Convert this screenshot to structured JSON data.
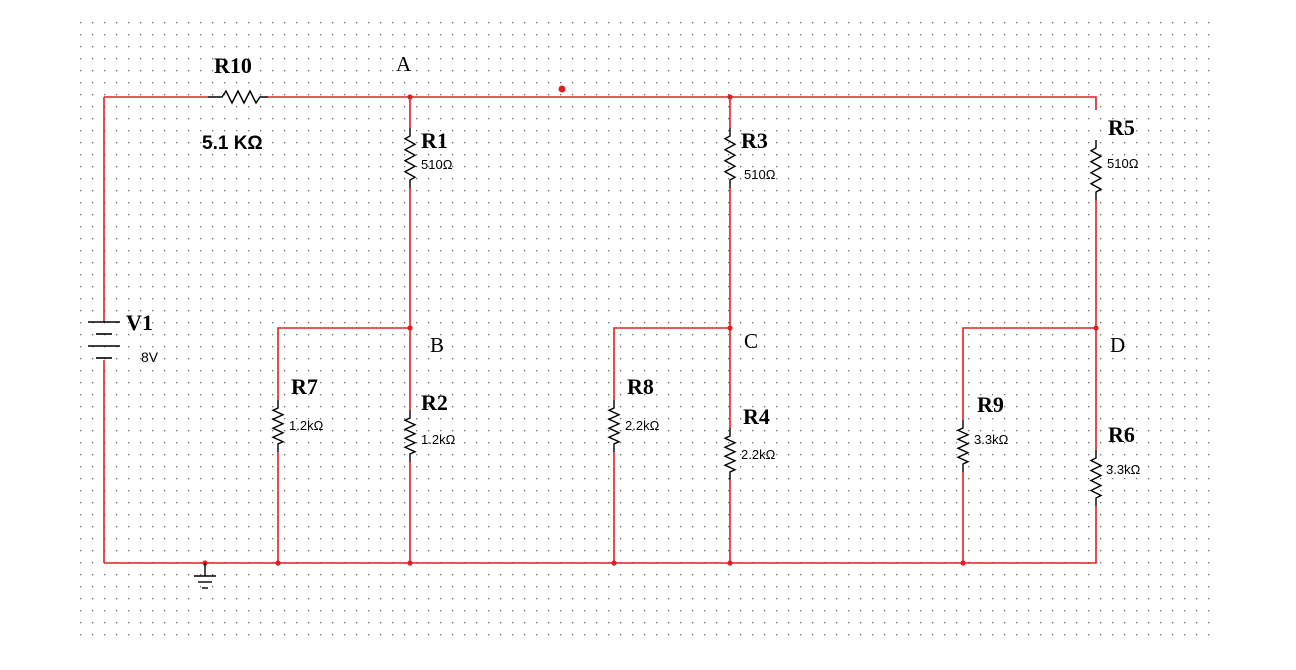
{
  "source": {
    "ref": "V1",
    "value": "8V"
  },
  "resistors": {
    "r10": {
      "ref": "R10",
      "value": "5.1 KΩ"
    },
    "r1": {
      "ref": "R1",
      "value": "510Ω"
    },
    "r3": {
      "ref": "R3",
      "value": "510Ω"
    },
    "r5": {
      "ref": "R5",
      "value": "510Ω"
    },
    "r7": {
      "ref": "R7",
      "value": "1.2kΩ"
    },
    "r2": {
      "ref": "R2",
      "value": "1.2kΩ"
    },
    "r8": {
      "ref": "R8",
      "value": "2.2kΩ"
    },
    "r4": {
      "ref": "R4",
      "value": "2.2kΩ"
    },
    "r9": {
      "ref": "R9",
      "value": "3.3kΩ"
    },
    "r6": {
      "ref": "R6",
      "value": "3.3kΩ"
    }
  },
  "nodes": {
    "a": "A",
    "b": "B",
    "c": "C",
    "d": "D"
  },
  "colors": {
    "wire": "#e02020",
    "component": "#000000",
    "grid": "#000000"
  }
}
